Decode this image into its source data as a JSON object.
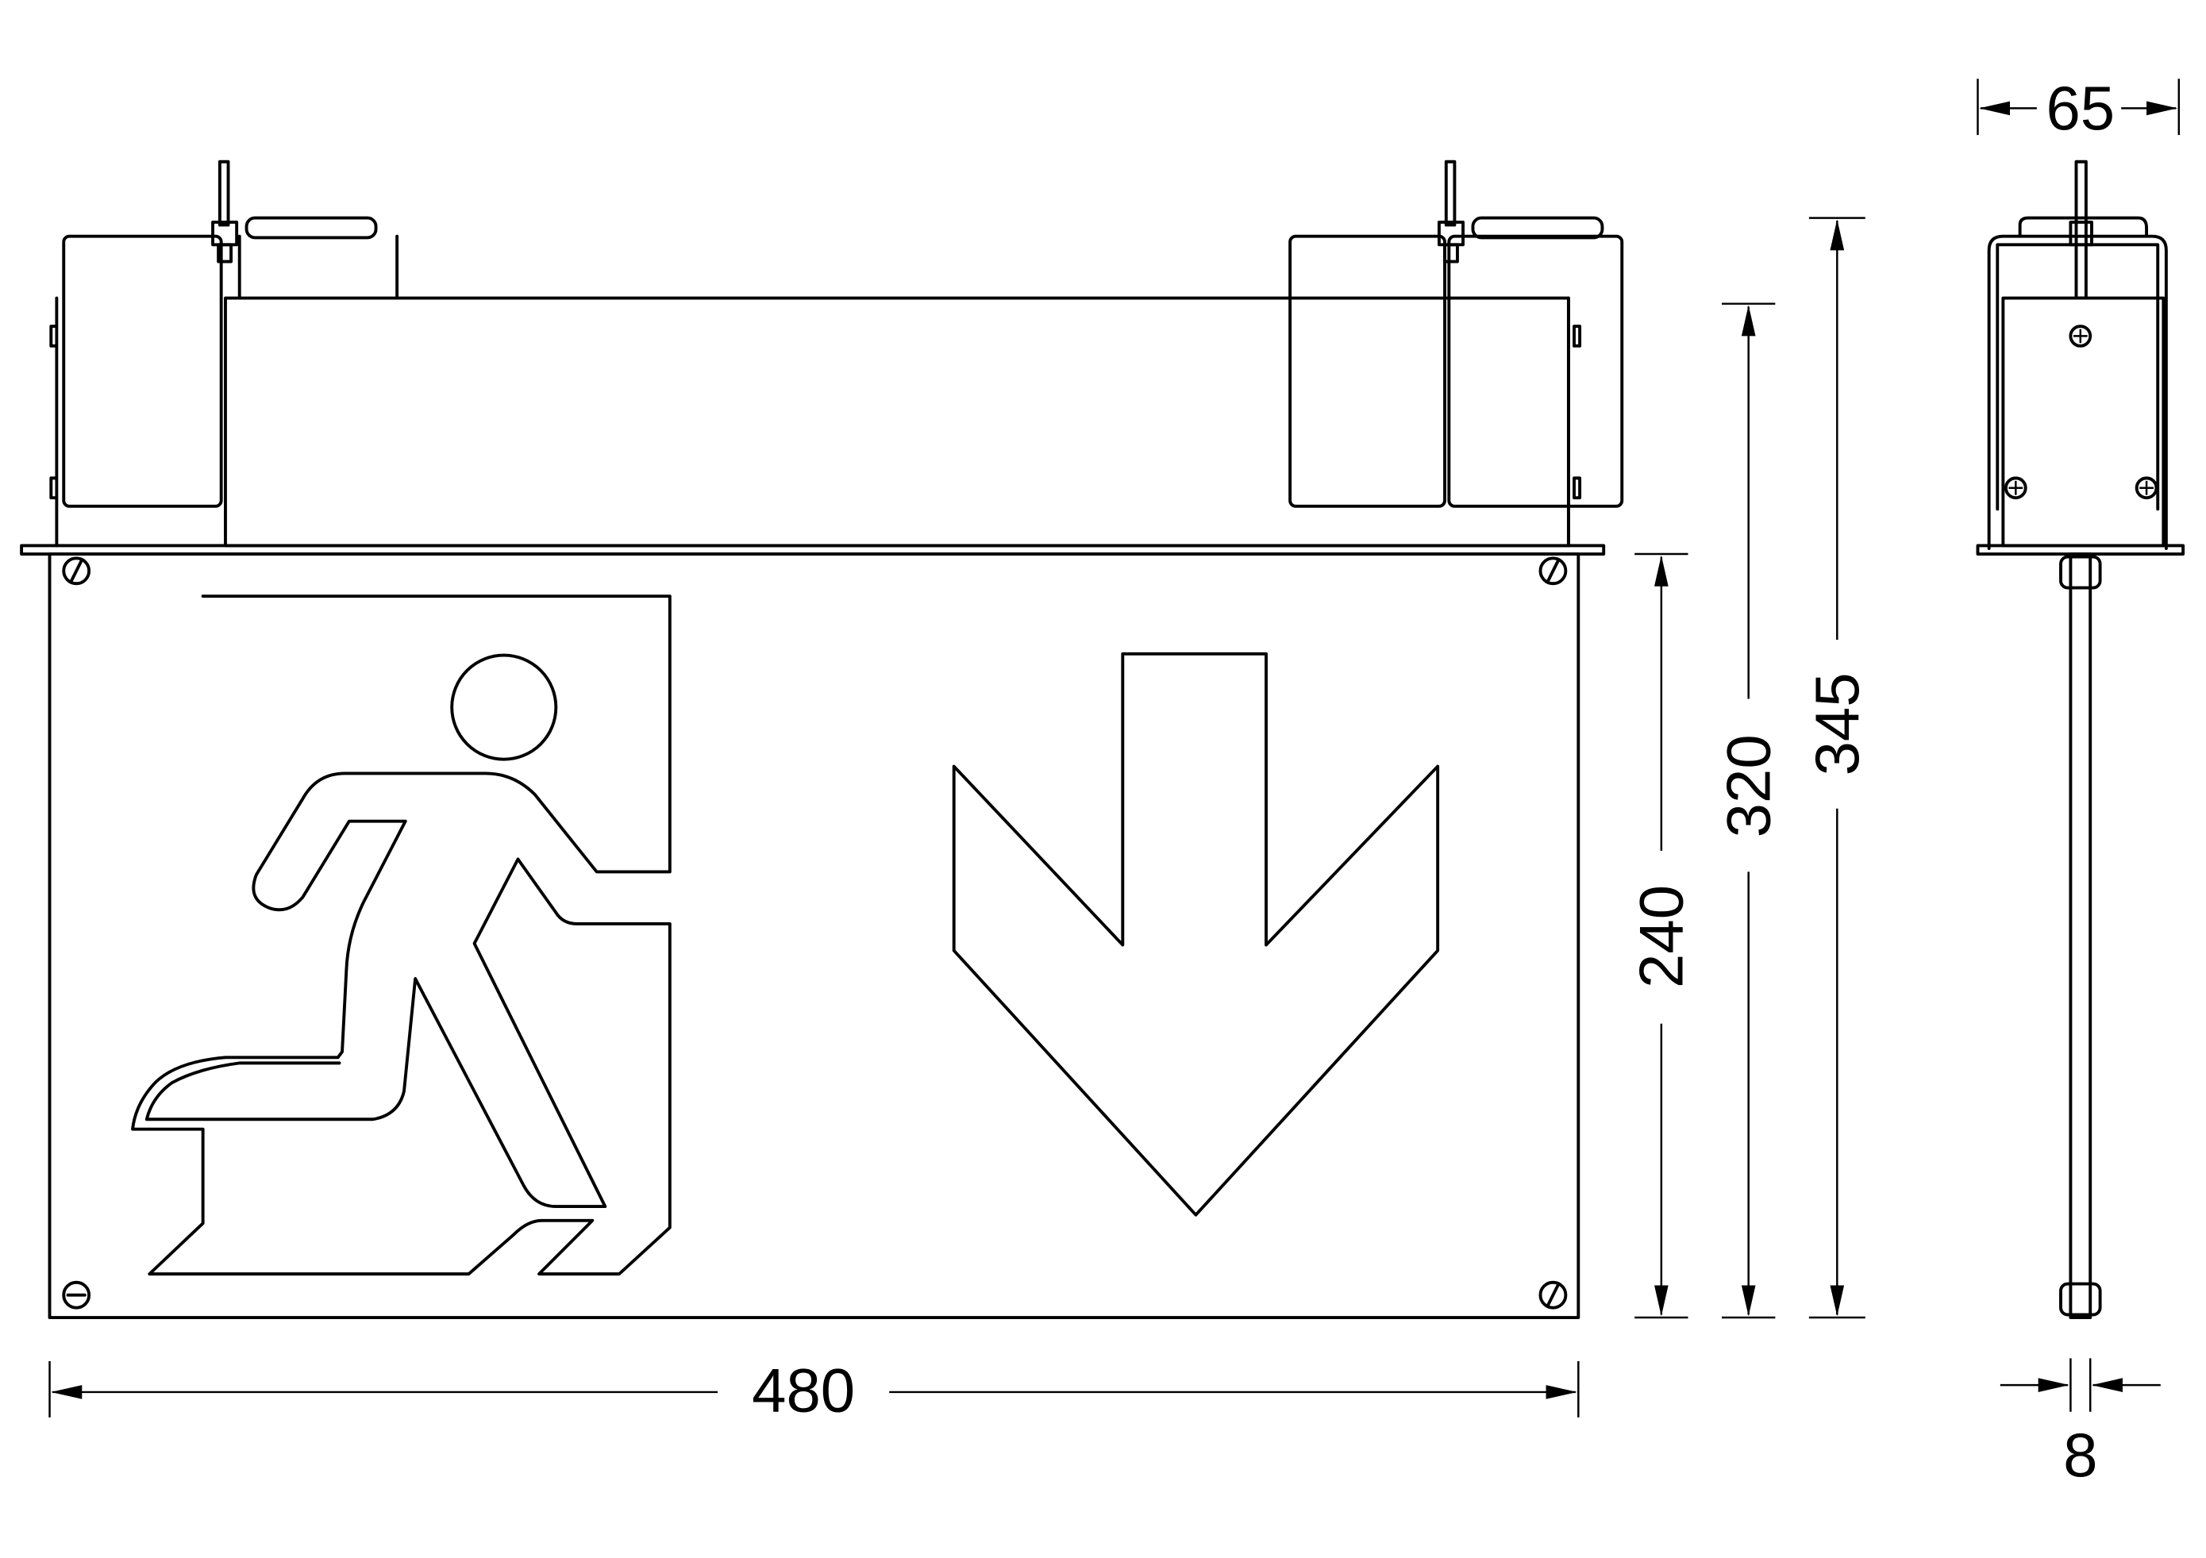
{
  "drawing": {
    "title": "Exit sign luminaire dimensional drawing",
    "units": "mm",
    "dimensions": {
      "width": "480",
      "panel_height": "240",
      "height_to_housing": "320",
      "overall_height": "345",
      "depth": "65",
      "panel_thickness": "8"
    },
    "colors": {
      "line": "#000000",
      "background": "#ffffff"
    }
  }
}
